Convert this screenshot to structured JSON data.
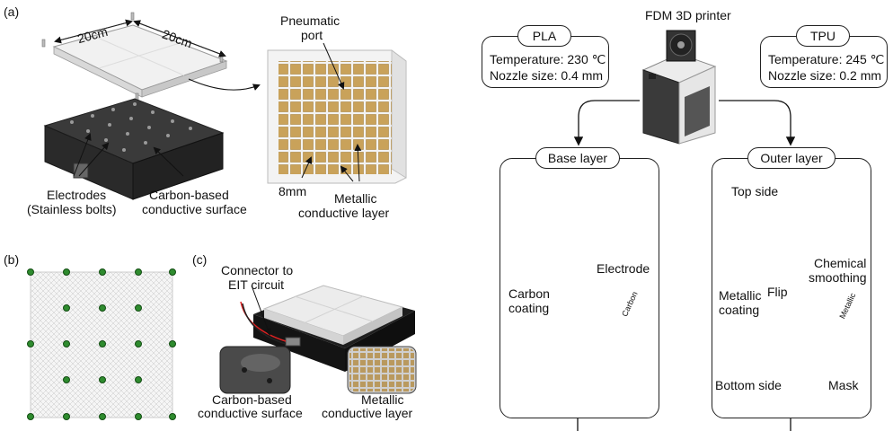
{
  "panels": {
    "a": "(a)",
    "b": "(b)",
    "c": "(c)"
  },
  "panel_a": {
    "dim_left": "20cm",
    "dim_right": "20cm",
    "pneumatic_port": [
      "Pneumatic",
      "port"
    ],
    "electrodes": [
      "Electrodes",
      "(Stainless bolts)"
    ],
    "carbon_surface": [
      "Carbon-based",
      "conductive surface"
    ],
    "pitch": "8mm",
    "metallic_layer": [
      "Metallic",
      "conductive layer"
    ]
  },
  "panel_c": {
    "connector": [
      "Connector to",
      "EIT circuit"
    ],
    "carbon_surface": [
      "Carbon-based",
      "conductive surface"
    ],
    "metallic_layer": [
      "Metallic",
      "conductive layer"
    ]
  },
  "printer": {
    "title": "FDM 3D printer",
    "pla": {
      "name": "PLA",
      "temperature": "Temperature: 230 ℃",
      "nozzle": "Nozzle size: 0.4 mm"
    },
    "tpu": {
      "name": "TPU",
      "temperature": "Temperature: 245 ℃",
      "nozzle": "Nozzle size: 0.2 mm"
    }
  },
  "base_layer": {
    "title": "Base layer",
    "electrode": "Electrode",
    "carbon_coating": [
      "Carbon",
      "coating"
    ],
    "bottle": "Carbon"
  },
  "outer_layer": {
    "title": "Outer layer",
    "top_side": "Top side",
    "chemical_smoothing": [
      "Chemical",
      "smoothing"
    ],
    "flip": "Flip",
    "metallic_coating": [
      "Metallic",
      "coating"
    ],
    "bottle": "Metallic",
    "bottom_side": "Bottom side",
    "mask": "Mask"
  },
  "colors": {
    "dark_body": "#2e2e2e",
    "white_plate": "#eeeeee",
    "gold": "#c9a25a",
    "electrode_green": "#2e8b2e"
  }
}
